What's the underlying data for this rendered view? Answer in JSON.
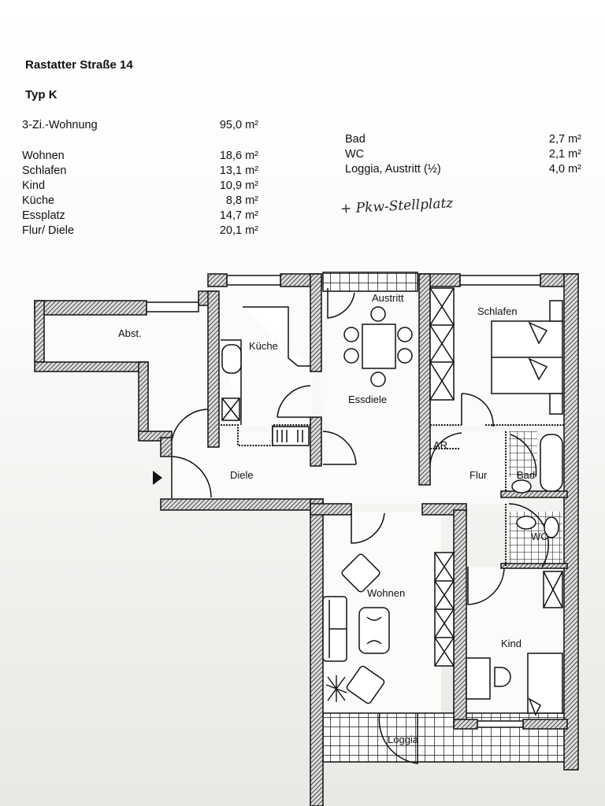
{
  "header": {
    "address": "Rastatter Straße 14",
    "unit_type": "Typ K"
  },
  "summary": {
    "label": "3-Zi.-Wohnung",
    "value": "95,0 m²"
  },
  "areas_left": [
    {
      "room": "Wohnen",
      "area": "18,6 m²"
    },
    {
      "room": "Schlafen",
      "area": "13,1 m²"
    },
    {
      "room": "Kind",
      "area": "10,9 m²"
    },
    {
      "room": "Küche",
      "area": "8,8 m²"
    },
    {
      "room": "Essplatz",
      "area": "14,7 m²"
    },
    {
      "room": "Flur/ Diele",
      "area": "20,1 m²"
    }
  ],
  "areas_right": [
    {
      "room": "Bad",
      "area": "2,7 m²"
    },
    {
      "room": "WC",
      "area": "2,1 m²"
    },
    {
      "room": "Loggia, Austritt (½)",
      "area": "4,0 m²"
    }
  ],
  "handwritten_note": "+ Pkw-Stellplatz",
  "plan_labels": {
    "abst": "Abst.",
    "kueche": "Küche",
    "austritt": "Austritt",
    "schlafen": "Schlafen",
    "essdiele": "Essdiele",
    "ar": "AR",
    "diele": "Diele",
    "flur": "Flur",
    "bad": "Bad",
    "wc": "WC",
    "wohnen": "Wohnen",
    "kind": "Kind",
    "loggia": "Loggia"
  },
  "colors": {
    "ink": "#111111",
    "paper": "#f6f5f2"
  }
}
